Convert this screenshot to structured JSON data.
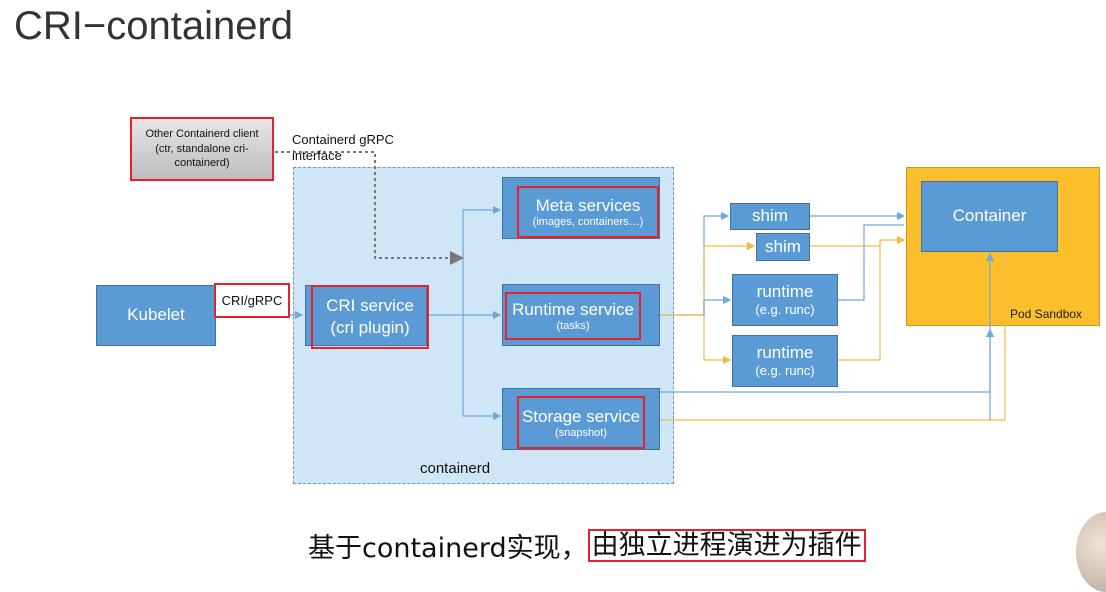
{
  "title": "CRI−containerd",
  "other_client": {
    "line1": "Other Containerd client",
    "line2": "(ctr, standalone cri-",
    "line3": "containerd)"
  },
  "grpc_label": {
    "line1": "Containerd gRPC",
    "line2": "interface"
  },
  "kubelet": "Kubelet",
  "cri_grpc": "CRI/gRPC",
  "cri_service": {
    "line1": "CRI service",
    "line2": "(cri plugin)"
  },
  "meta_service": {
    "title": "Meta services",
    "sub": "(images, containers…)"
  },
  "runtime_service": {
    "title": "Runtime service",
    "sub": "(tasks)"
  },
  "storage_service": {
    "title": "Storage service",
    "sub": "(snapshot)"
  },
  "containerd_label": "containerd",
  "shim1": "shim",
  "shim2": "shim",
  "runtime1": {
    "title": "runtime",
    "sub": "(e.g. runc)"
  },
  "runtime2": {
    "title": "runtime",
    "sub": "(e.g. runc)"
  },
  "container": "Container",
  "pod_sandbox": "Pod Sandbox",
  "caption": {
    "prefix": "基于containerd实现，",
    "highlight": "由独立进程演进为插件"
  },
  "colors": {
    "box": "#5b9bd5",
    "containerd_bg": "#cfe6f6",
    "pod": "#fbbf2c",
    "highlight": "#e8202a",
    "blue_line": "#6fa8dc",
    "orange_line": "#f5b942"
  }
}
